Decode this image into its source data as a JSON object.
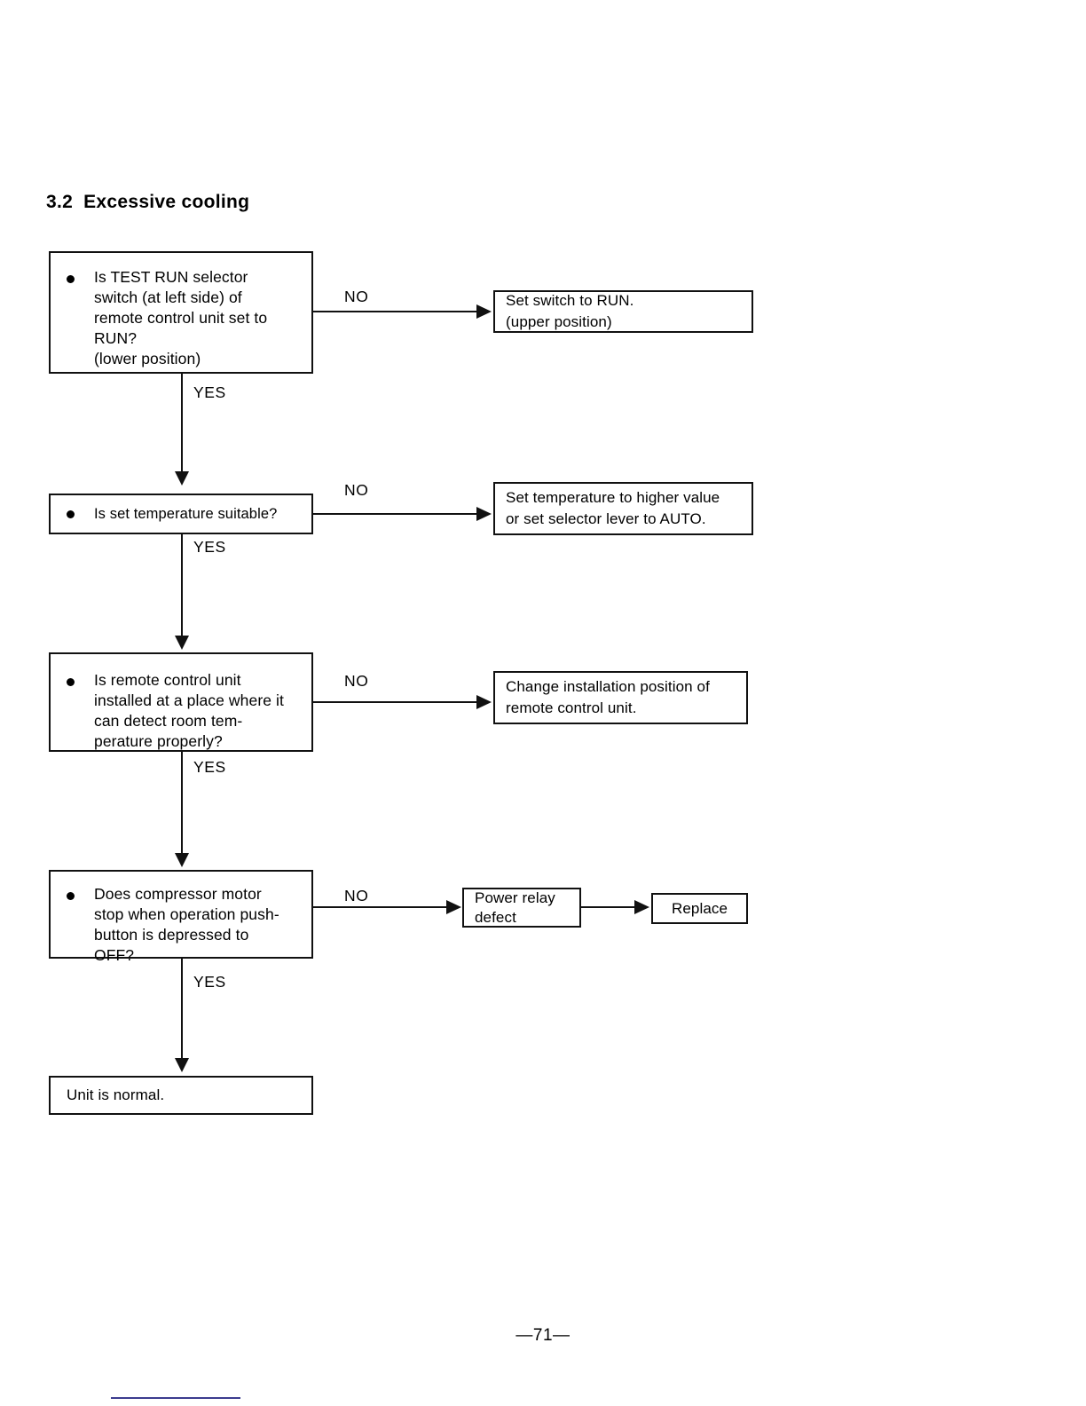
{
  "document": {
    "section_number": "3.2",
    "section_title": "Excessive cooling",
    "page_number": "—71—"
  },
  "labels": {
    "no": "NO",
    "yes": "YES"
  },
  "flow": {
    "steps": [
      {
        "id": "test-run-selector",
        "question": "Is TEST RUN selector\nswitch (at left side) of\nremote control unit set to\nRUN?\n(lower position)",
        "no_label": "NO",
        "yes_label": "YES",
        "action": "Set switch to RUN.\n(upper position)"
      },
      {
        "id": "set-temperature",
        "question": "Is set temperature suitable?",
        "no_label": "NO",
        "yes_label": "YES",
        "action": "Set temperature to higher value\nor set selector lever to AUTO."
      },
      {
        "id": "remote-control-location",
        "question": "Is remote control unit\ninstalled at a place where it\ncan detect room tem-\nperature properly?",
        "no_label": "NO",
        "yes_label": "YES",
        "action": "Change installation position of\nremote control unit."
      },
      {
        "id": "compressor-stop",
        "question": "Does compressor motor\nstop when operation push-\nbutton is depressed to\nOFF?",
        "no_label": "NO",
        "yes_label": "YES",
        "action": "Power relay\ndefect",
        "action_followup": "Replace"
      }
    ],
    "terminal": "Unit is normal."
  }
}
